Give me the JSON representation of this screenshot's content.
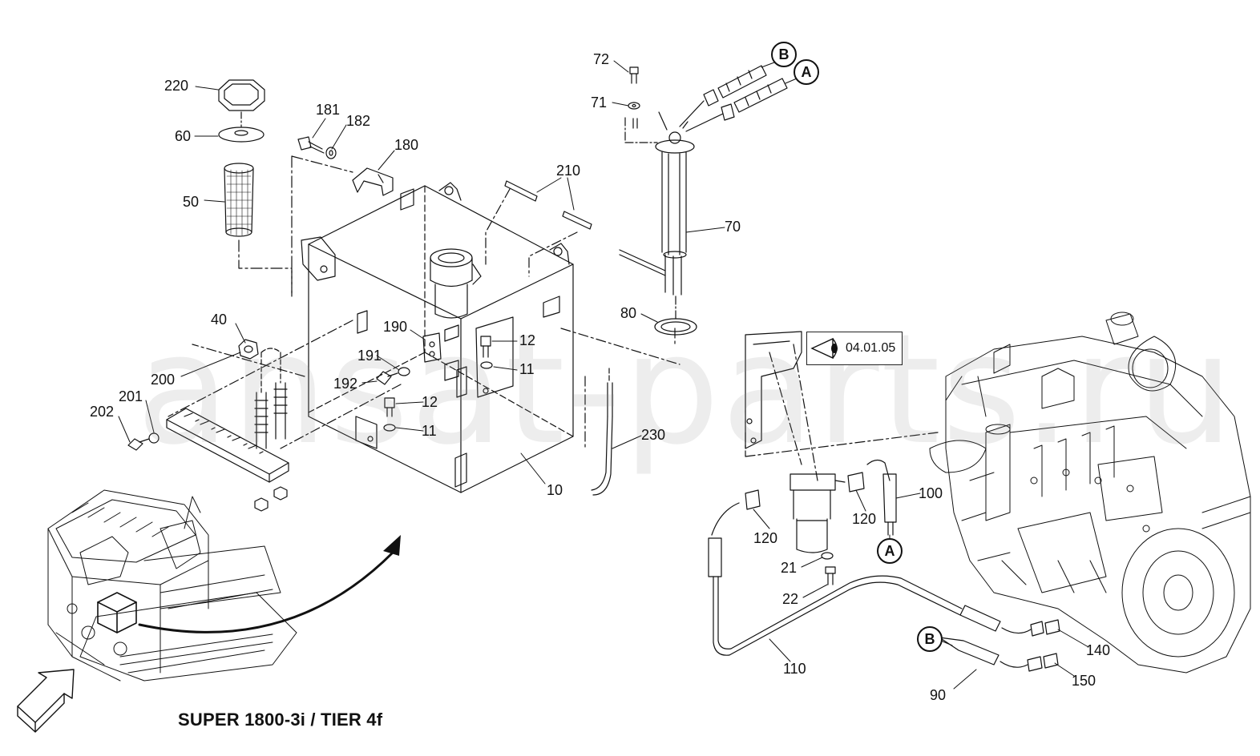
{
  "watermark": "ansat-parts.ru",
  "model_title": "SUPER 1800-3i / TIER 4f",
  "view_reference": {
    "text": "04.01.05",
    "icon": "eye-view-icon"
  },
  "connectors": {
    "a": "A",
    "b": "B"
  },
  "part_labels": {
    "p220": "220",
    "p60": "60",
    "p50": "50",
    "p40": "40",
    "p181": "181",
    "p182": "182",
    "p180": "180",
    "p210": "210",
    "p72": "72",
    "p71": "71",
    "p70": "70",
    "p80": "80",
    "p190": "190",
    "p191": "191",
    "p192": "192",
    "p12a": "12",
    "p11a": "11",
    "p12b": "12",
    "p11b": "11",
    "p200": "200",
    "p201": "201",
    "p202": "202",
    "p230": "230",
    "p10": "10",
    "p100": "100",
    "p120a": "120",
    "p120b": "120",
    "p21": "21",
    "p22": "22",
    "p110": "110",
    "p140": "140",
    "p150": "150",
    "p90": "90"
  },
  "colors": {
    "line": "#111111",
    "background": "#ffffff",
    "watermark": "#8c8c8c"
  }
}
